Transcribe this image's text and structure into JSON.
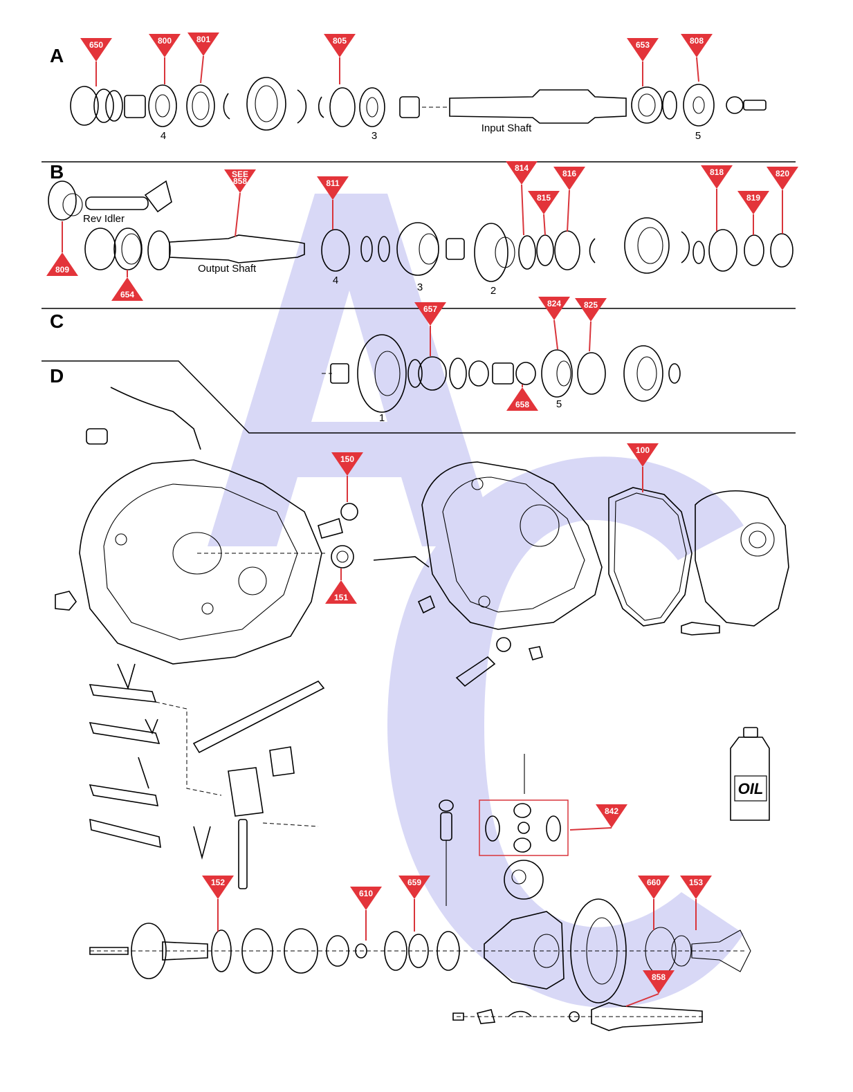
{
  "colors": {
    "callout": "#e3343a",
    "watermark": "#d8d8f6",
    "line": "#000000"
  },
  "sections": [
    {
      "letter": "A"
    },
    {
      "letter": "B"
    },
    {
      "letter": "C"
    },
    {
      "letter": "D"
    }
  ],
  "labels": {
    "input_shaft": "Input Shaft",
    "output_shaft": "Output Shaft",
    "rev_idler": "Rev Idler",
    "oil": "OIL"
  },
  "gear_numbers": {
    "a_4": "4",
    "a_3": "3",
    "a_5": "5",
    "b_4": "4",
    "b_3": "3",
    "b_2": "2",
    "c_1": "1",
    "c_5": "5"
  },
  "callouts": [
    {
      "id": "650",
      "text": "650",
      "dir": "down"
    },
    {
      "id": "800",
      "text": "800",
      "dir": "down"
    },
    {
      "id": "801",
      "text": "801",
      "dir": "down"
    },
    {
      "id": "805",
      "text": "805",
      "dir": "down"
    },
    {
      "id": "653",
      "text": "653",
      "dir": "down"
    },
    {
      "id": "808",
      "text": "808",
      "dir": "down"
    },
    {
      "id": "see858",
      "text": "SEE 858",
      "dir": "down"
    },
    {
      "id": "811",
      "text": "811",
      "dir": "down"
    },
    {
      "id": "814",
      "text": "814",
      "dir": "down"
    },
    {
      "id": "815",
      "text": "815",
      "dir": "down"
    },
    {
      "id": "816",
      "text": "816",
      "dir": "down"
    },
    {
      "id": "818",
      "text": "818",
      "dir": "down"
    },
    {
      "id": "819",
      "text": "819",
      "dir": "down"
    },
    {
      "id": "820",
      "text": "820",
      "dir": "down"
    },
    {
      "id": "809",
      "text": "809",
      "dir": "up"
    },
    {
      "id": "654",
      "text": "654",
      "dir": "up"
    },
    {
      "id": "657",
      "text": "657",
      "dir": "down"
    },
    {
      "id": "824",
      "text": "824",
      "dir": "down"
    },
    {
      "id": "825",
      "text": "825",
      "dir": "down"
    },
    {
      "id": "658",
      "text": "658",
      "dir": "up"
    },
    {
      "id": "150",
      "text": "150",
      "dir": "down"
    },
    {
      "id": "151",
      "text": "151",
      "dir": "up"
    },
    {
      "id": "100",
      "text": "100",
      "dir": "down"
    },
    {
      "id": "842",
      "text": "842",
      "dir": "down"
    },
    {
      "id": "152",
      "text": "152",
      "dir": "down"
    },
    {
      "id": "610",
      "text": "610",
      "dir": "down"
    },
    {
      "id": "659",
      "text": "659",
      "dir": "down"
    },
    {
      "id": "660",
      "text": "660",
      "dir": "down"
    },
    {
      "id": "153",
      "text": "153",
      "dir": "down"
    },
    {
      "id": "858",
      "text": "858",
      "dir": "down"
    }
  ]
}
